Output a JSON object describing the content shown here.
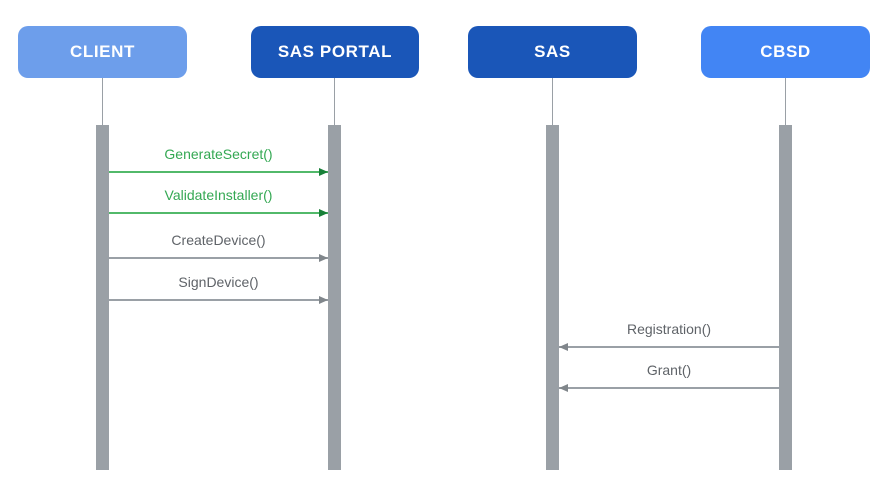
{
  "diagram_type": "sequence-diagram",
  "background_color": "#FFFFFF",
  "lifeline_color": "#9AA0A6",
  "actors": [
    {
      "id": "client",
      "label": "CLIENT",
      "color": "#6D9EEB"
    },
    {
      "id": "sas-portal",
      "label": "SAS PORTAL",
      "color": "#1A56B8"
    },
    {
      "id": "sas",
      "label": "SAS",
      "color": "#1A56B8"
    },
    {
      "id": "cbsd",
      "label": "CBSD",
      "color": "#4285F4"
    }
  ],
  "messages": [
    {
      "label": "GenerateSecret()",
      "from": "CLIENT",
      "to": "SAS PORTAL",
      "direction": "right",
      "text_color": "#34A853",
      "line_color": "#52B96A",
      "head_color": "#188038"
    },
    {
      "label": "ValidateInstaller()",
      "from": "CLIENT",
      "to": "SAS PORTAL",
      "direction": "right",
      "text_color": "#34A853",
      "line_color": "#52B96A",
      "head_color": "#188038"
    },
    {
      "label": "CreateDevice()",
      "from": "CLIENT",
      "to": "SAS PORTAL",
      "direction": "right",
      "text_color": "#5F6368",
      "line_color": "#9AA0A6",
      "head_color": "#80868B"
    },
    {
      "label": "SignDevice()",
      "from": "CLIENT",
      "to": "SAS PORTAL",
      "direction": "right",
      "text_color": "#5F6368",
      "line_color": "#9AA0A6",
      "head_color": "#80868B"
    },
    {
      "label": "Registration()",
      "from": "CBSD",
      "to": "SAS",
      "direction": "left",
      "text_color": "#5F6368",
      "line_color": "#9AA0A6",
      "head_color": "#80868B"
    },
    {
      "label": "Grant()",
      "from": "CBSD",
      "to": "SAS",
      "direction": "left",
      "text_color": "#5F6368",
      "line_color": "#9AA0A6",
      "head_color": "#80868B"
    }
  ]
}
